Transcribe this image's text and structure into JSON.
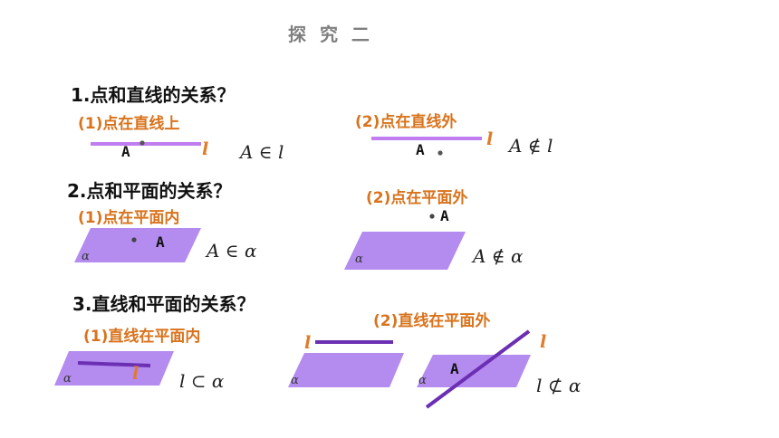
{
  "title": "探 究 二",
  "sections": [
    {
      "heading": "1.点和直线的关系？",
      "cases": [
        {
          "label": "(1)点在直线上",
          "point": "A",
          "line": "l",
          "formula": "A ∈ l"
        },
        {
          "label": "(2)点在直线外",
          "point": "A",
          "line": "l",
          "formula": "A ∉ l"
        }
      ]
    },
    {
      "heading": "2.点和平面的关系？",
      "cases": [
        {
          "label": "(1)点在平面内",
          "point": "A",
          "plane": "α",
          "formula": "A ∈ α"
        },
        {
          "label": "(2)点在平面外",
          "point": "A",
          "plane": "α",
          "formula": "A ∉ α"
        }
      ]
    },
    {
      "heading": "3.直线和平面的关系？",
      "cases": [
        {
          "label": "(1)直线在平面内",
          "line": "l",
          "plane": "α",
          "formula": "l ⊂ α"
        },
        {
          "label": "(2)直线在平面外",
          "line_parallel": "l",
          "plane_parallel": "α",
          "line_intersect": "l",
          "point": "A",
          "plane_intersect": "α",
          "formula": "l ⊄ α"
        }
      ]
    }
  ],
  "colors": {
    "plane_fill": "#b48cf0",
    "line_light": "#c07df0",
    "line_dark": "#6b2fb3",
    "label_orange": "#d9731c"
  }
}
